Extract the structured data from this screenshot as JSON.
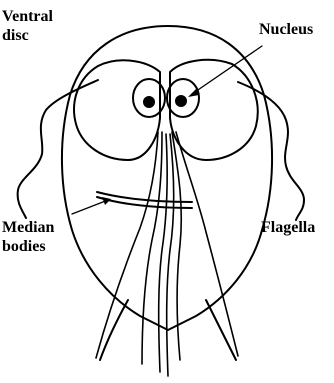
{
  "labels": {
    "ventral_disc": [
      "Ventral",
      "disc"
    ],
    "nucleus": "Nucleus",
    "median_bodies": [
      "Median",
      "bodies"
    ],
    "flagella": "Flagella"
  },
  "colors": {
    "stroke": "#000000",
    "background": "#ffffff"
  }
}
